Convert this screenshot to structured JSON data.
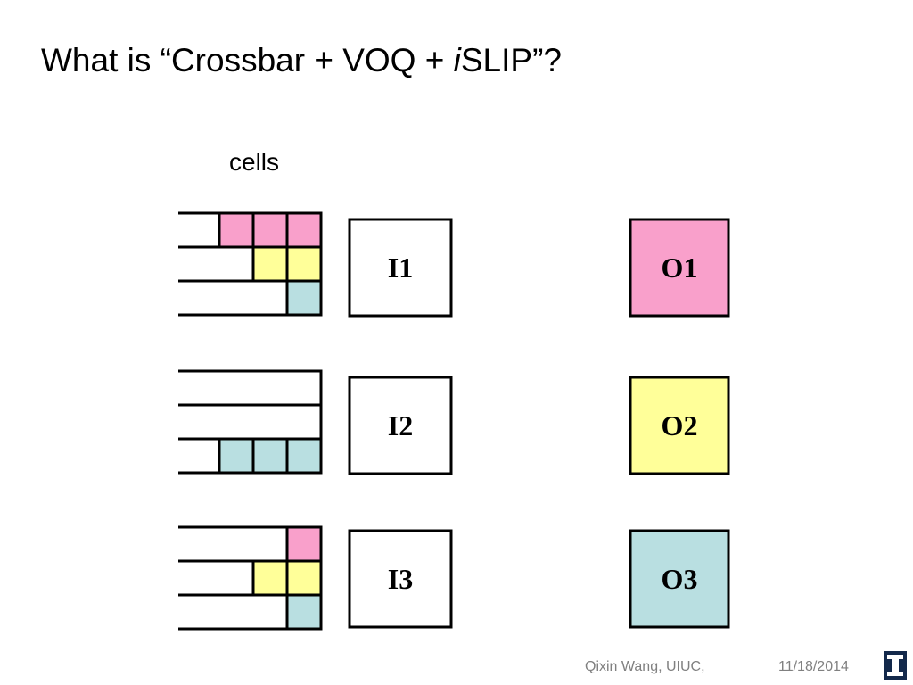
{
  "slide": {
    "title_pre": "What is “Crossbar + VOQ + ",
    "title_ital": "i",
    "title_post": "SLIP”?",
    "cells_label": "cells"
  },
  "inputs": [
    {
      "label": "I1",
      "queues": [
        [
          "pink",
          "pink",
          "pink"
        ],
        [
          "yellow",
          "yellow"
        ],
        [
          "cyan"
        ]
      ]
    },
    {
      "label": "I2",
      "queues": [
        [],
        [],
        [
          "cyan",
          "cyan",
          "cyan"
        ]
      ]
    },
    {
      "label": "I3",
      "queues": [
        [
          "pink"
        ],
        [
          "yellow",
          "yellow"
        ],
        [
          "cyan"
        ]
      ]
    }
  ],
  "outputs": [
    {
      "label": "O1",
      "color": "pink"
    },
    {
      "label": "O2",
      "color": "yellow"
    },
    {
      "label": "O3",
      "color": "cyan"
    }
  ],
  "colors": {
    "pink": "#f9a0cb",
    "yellow": "#ffff99",
    "cyan": "#b9dfe1"
  },
  "footer": {
    "author": "Qixin Wang, UIUC,",
    "date": "11/18/2014"
  },
  "logo": {
    "icon": "university-i-logo-icon",
    "color": "#13294b"
  }
}
